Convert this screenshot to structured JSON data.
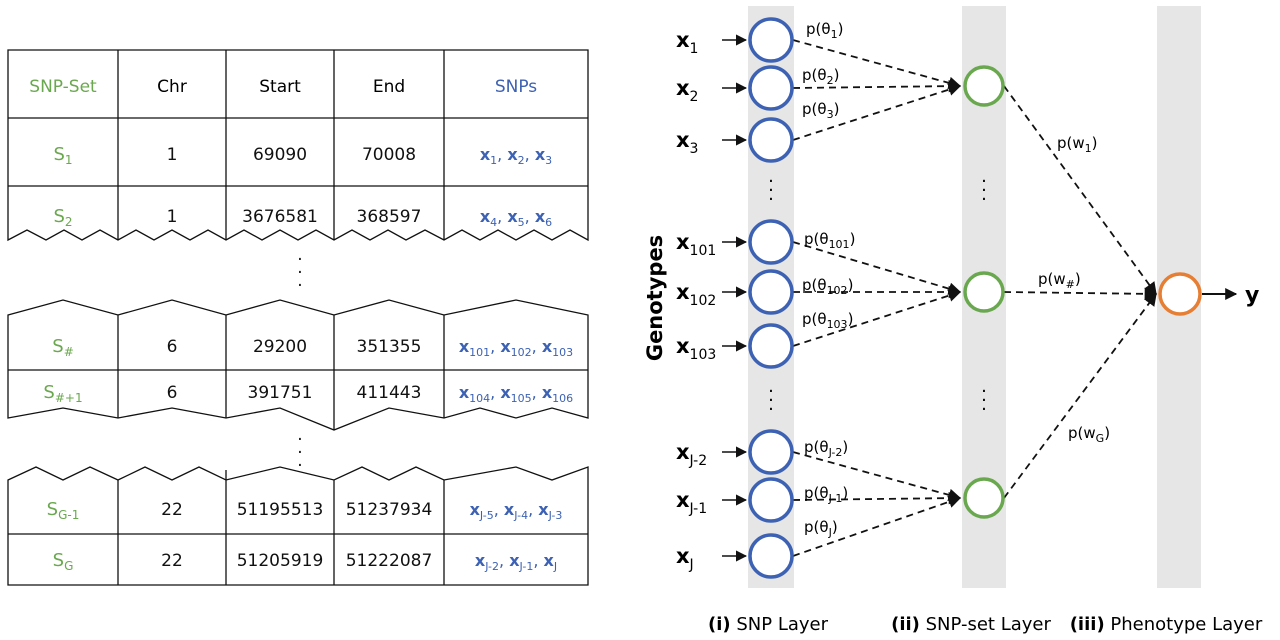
{
  "table": {
    "headers": {
      "snp_set": "SNP-Set",
      "chr": "Chr",
      "start": "Start",
      "end": "End",
      "snps": "SNPs"
    },
    "rows": [
      {
        "set_base": "S",
        "set_sub": "1",
        "chr": "1",
        "start": "69090",
        "end": "70008",
        "snps": [
          {
            "b": "x",
            "s": "1"
          },
          {
            "b": "x",
            "s": "2"
          },
          {
            "b": "x",
            "s": "3"
          }
        ]
      },
      {
        "set_base": "S",
        "set_sub": "2",
        "chr": "1",
        "start": "3676581",
        "end": "368597",
        "snps": [
          {
            "b": "x",
            "s": "4"
          },
          {
            "b": "x",
            "s": "5"
          },
          {
            "b": "x",
            "s": "6"
          }
        ]
      },
      {
        "set_base": "S",
        "set_sub": "#",
        "chr": "6",
        "start": "29200",
        "end": "351355",
        "snps": [
          {
            "b": "x",
            "s": "101"
          },
          {
            "b": "x",
            "s": "102"
          },
          {
            "b": "x",
            "s": "103"
          }
        ]
      },
      {
        "set_base": "S",
        "set_sub": "#+1",
        "chr": "6",
        "start": "391751",
        "end": "411443",
        "snps": [
          {
            "b": "x",
            "s": "104"
          },
          {
            "b": "x",
            "s": "105"
          },
          {
            "b": "x",
            "s": "106"
          }
        ]
      },
      {
        "set_base": "S",
        "set_sub": "G-1",
        "chr": "22",
        "start": "51195513",
        "end": "51237934",
        "snps": [
          {
            "b": "x",
            "s": "J-5"
          },
          {
            "b": "x",
            "s": "J-4"
          },
          {
            "b": "x",
            "s": "J-3"
          }
        ]
      },
      {
        "set_base": "S",
        "set_sub": "G",
        "chr": "22",
        "start": "51205919",
        "end": "51222087",
        "snps": [
          {
            "b": "x",
            "s": "J-2"
          },
          {
            "b": "x",
            "s": "J-1"
          },
          {
            "b": "x",
            "s": "J"
          }
        ]
      }
    ],
    "ellipsis": "."
  },
  "network": {
    "genotypes_label": "Genotypes",
    "output_label": "y",
    "inputs": [
      {
        "b": "x",
        "s": "1"
      },
      {
        "b": "x",
        "s": "2"
      },
      {
        "b": "x",
        "s": "3"
      },
      {
        "b": "x",
        "s": "101"
      },
      {
        "b": "x",
        "s": "102"
      },
      {
        "b": "x",
        "s": "103"
      },
      {
        "b": "x",
        "s": "J-2"
      },
      {
        "b": "x",
        "s": "J-1"
      },
      {
        "b": "x",
        "s": "J"
      }
    ],
    "theta_labels": [
      {
        "b": "p(θ",
        "s": "1",
        "e": ")"
      },
      {
        "b": "p(θ",
        "s": "2",
        "e": ")"
      },
      {
        "b": "p(θ",
        "s": "3",
        "e": ")"
      },
      {
        "b": "p(θ",
        "s": "101",
        "e": ")"
      },
      {
        "b": "p(θ",
        "s": "102",
        "e": ")"
      },
      {
        "b": "p(θ",
        "s": "103",
        "e": ")"
      },
      {
        "b": "p(θ",
        "s": "J-2",
        "e": ")"
      },
      {
        "b": "p(θ",
        "s": "J-1",
        "e": ")"
      },
      {
        "b": "p(θ",
        "s": "J",
        "e": ")"
      }
    ],
    "w_labels": [
      {
        "b": "p(w",
        "s": "1",
        "e": ")"
      },
      {
        "b": "p(w",
        "s": "#",
        "e": ")"
      },
      {
        "b": "p(w",
        "s": "G",
        "e": ")"
      }
    ],
    "layer_labels": [
      {
        "num": "(i)",
        "text": " SNP Layer"
      },
      {
        "num": "(ii)",
        "text": " SNP-set Layer"
      },
      {
        "num": "(iii)",
        "text": " Phenotype Layer"
      }
    ],
    "colors": {
      "snp_node": "#3d62b3",
      "set_node": "#6aa84f",
      "pheno_node": "#e67e33",
      "band": "#e6e6e6"
    }
  }
}
